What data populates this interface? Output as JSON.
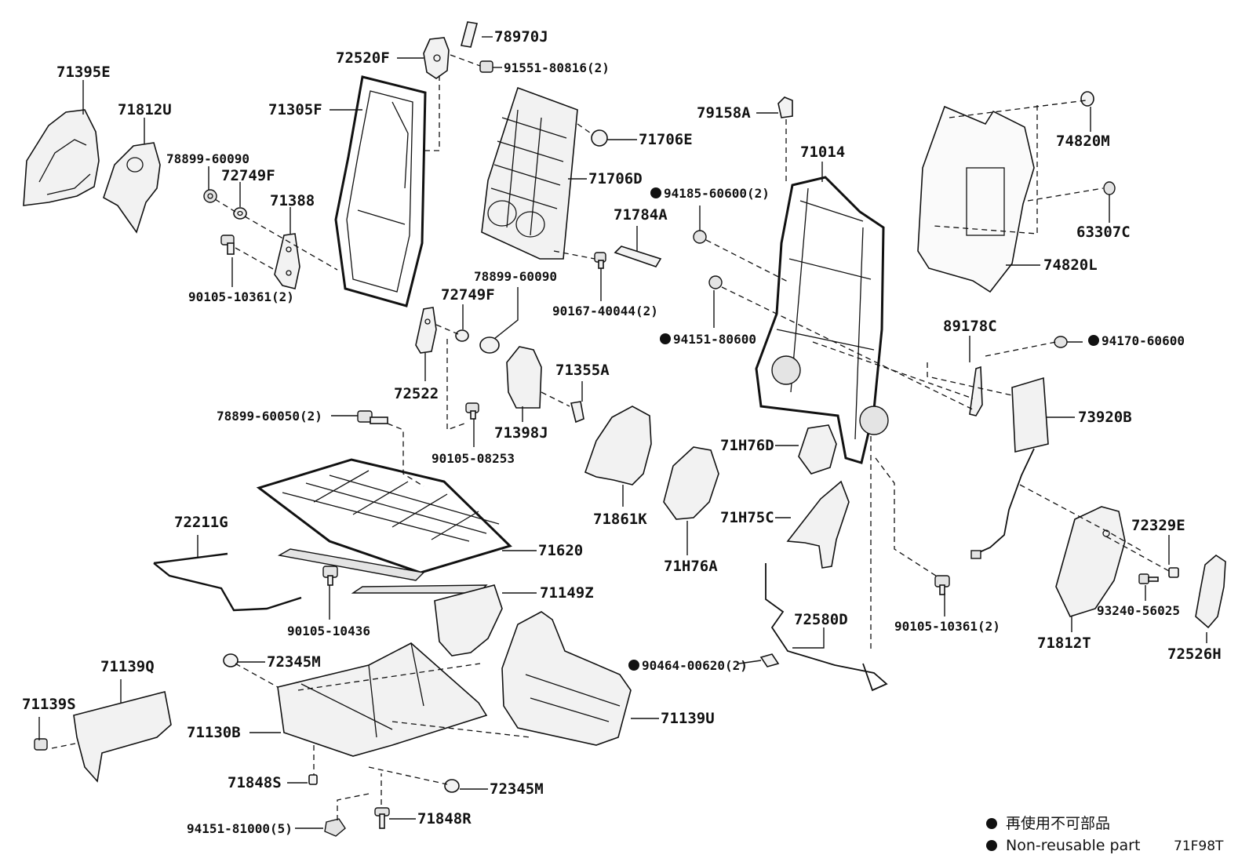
{
  "labels": {
    "p71395E": "71395E",
    "p71812U": "71812U",
    "p78899_60090a": "78899-60090",
    "p72749Fa": "72749F",
    "p71388": "71388",
    "p90105_10361a": "90105-10361(2)",
    "p72520F": "72520F",
    "p78970J": "78970J",
    "p91551": "91551-80816(2)",
    "p71305F": "71305F",
    "p71706E": "71706E",
    "p71706D": "71706D",
    "p71784A": "71784A",
    "p90167": "90167-40044(2)",
    "p78899_60090b": "78899-60090",
    "p72749Fb": "72749F",
    "p72522": "72522",
    "p71355A": "71355A",
    "p71398J": "71398J",
    "p78899_60050": "78899-60050(2)",
    "p90105_08253": "90105-08253",
    "p71861K": "71861K",
    "p72211G": "72211G",
    "p71620": "71620",
    "p90105_10436": "90105-10436",
    "p71149Z": "71149Z",
    "p71139Q": "71139Q",
    "p71139S": "71139S",
    "p71130B": "71130B",
    "p72345Ma": "72345M",
    "p71848S": "71848S",
    "p94151_81000": "94151-81000(5)",
    "p71848R": "71848R",
    "p72345Mb": "72345M",
    "p71139U": "71139U",
    "p90464": "90464-00620(2)",
    "p79158A": "79158A",
    "p71014": "71014",
    "p94185": "94185-60600(2)",
    "p94151_80600": "94151-80600",
    "p71H76D": "71H76D",
    "p71H75C": "71H75C",
    "p71H76A": "71H76A",
    "p72580D": "72580D",
    "p90105_10361b": "90105-10361(2)",
    "p74820M": "74820M",
    "p63307C": "63307C",
    "p74820L": "74820L",
    "p89178C": "89178C",
    "p94170": "94170-60600",
    "p73920B": "73920B",
    "p72329E": "72329E",
    "p93240": "93240-56025",
    "p71812T": "71812T",
    "p72526H": "72526H"
  },
  "legend": {
    "japanese": "再使用不可部品",
    "english": "Non-reusable part"
  },
  "diagram_code": "71F98T"
}
